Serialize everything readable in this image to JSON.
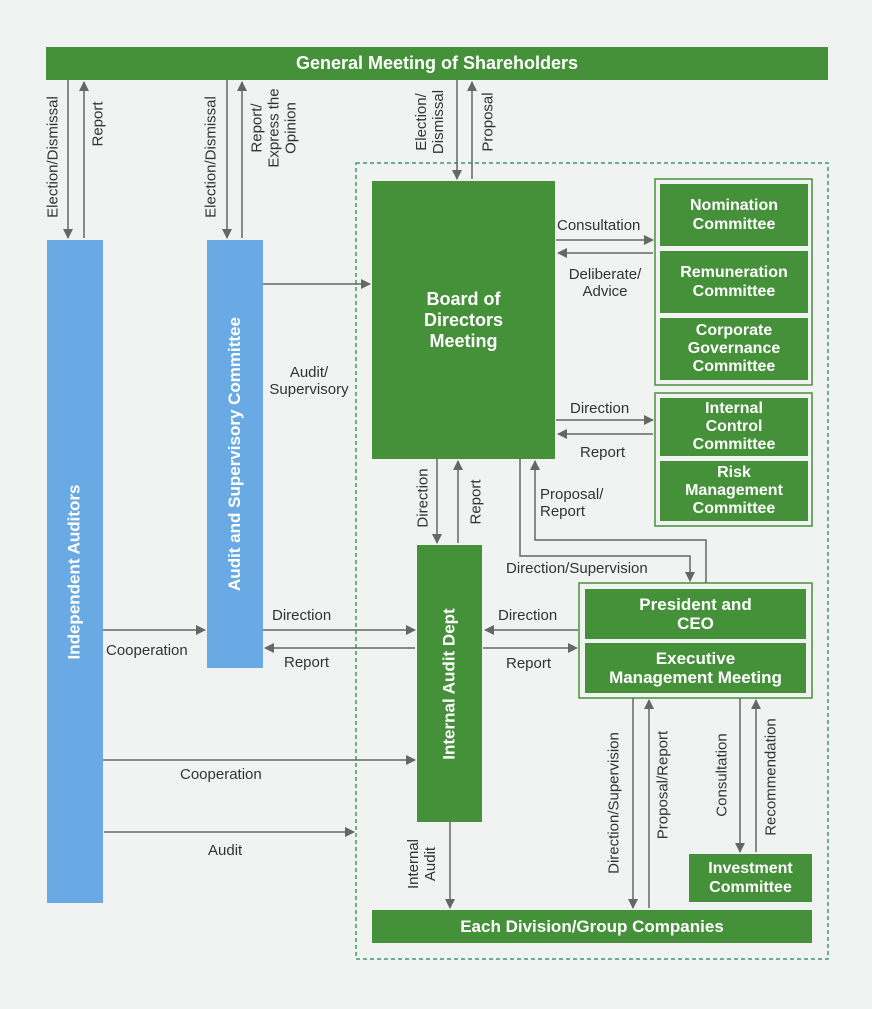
{
  "colors": {
    "green": "#459139",
    "blue": "#6aaae4",
    "line": "#666666",
    "dashed_border": "#3a9b6a"
  },
  "boxes": {
    "shareholders": "General Meeting of Shareholders",
    "independent_auditors": "Independent Auditors",
    "audit_supervisory_committee": "Audit and Supervisory Committee",
    "board": "Board of\nDirectors\nMeeting",
    "nomination": "Nomination\nCommittee",
    "remuneration": "Remuneration\nCommittee",
    "governance": "Corporate\nGovernance\nCommittee",
    "internal_control": "Internal\nControl\nCommittee",
    "risk": "Risk\nManagement\nCommittee",
    "internal_audit": "Internal Audit Dept",
    "president": "President and\nCEO",
    "executive": "Executive\nManagement Meeting",
    "investment": "Investment\nCommittee",
    "divisions": "Each Division/Group Companies"
  },
  "labels": {
    "ia_election": "Election/Dismissal",
    "ia_report": "Report",
    "asc_election": "Election/Dismissal",
    "asc_report": "Report/\nExpress the\nOpinion",
    "board_election": "Election/\nDismissal",
    "board_proposal": "Proposal",
    "consultation": "Consultation",
    "deliberate": "Deliberate/\nAdvice",
    "audit_supervisory": "Audit/\nSupervisory",
    "direction_ic": "Direction",
    "report_ic": "Report",
    "direction_iad": "Direction",
    "report_iad": "Report",
    "proposal_report": "Proposal/\nReport",
    "direction_supervision": "Direction/Supervision",
    "direction_asc": "Direction",
    "report_asc": "Report",
    "direction_pres": "Direction",
    "report_pres": "Report",
    "cooperation_1": "Cooperation",
    "cooperation_2": "Cooperation",
    "audit": "Audit",
    "internal_audit_lbl": "Internal\nAudit",
    "exec_direction_supervision": "Direction/Supervision",
    "exec_proposal_report": "Proposal/Report",
    "consultation_inv": "Consultation",
    "recommendation": "Recommendation"
  }
}
